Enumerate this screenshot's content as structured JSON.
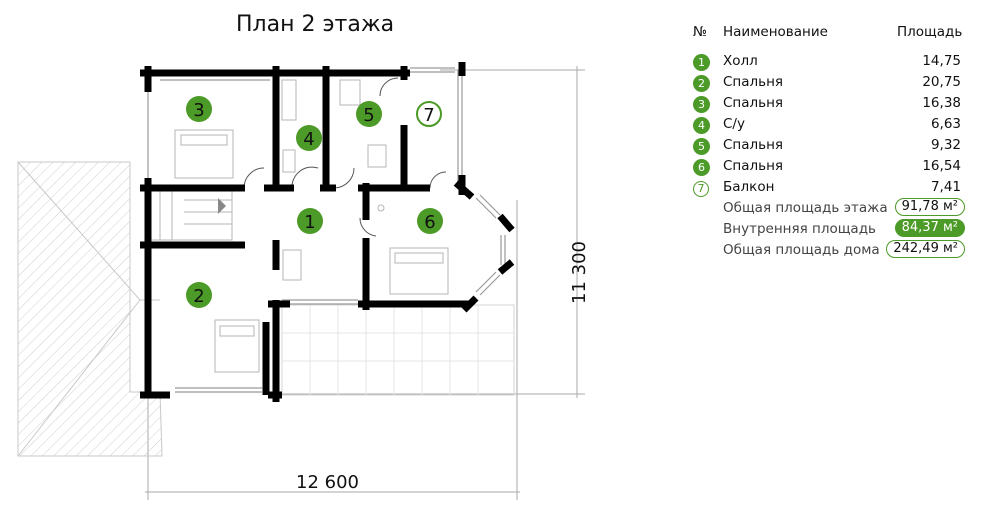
{
  "plan": {
    "title": "План 2 этажа",
    "width_dim": "12 600",
    "height_dim": "11 300",
    "room_markers": [
      "1",
      "2",
      "3",
      "4",
      "5",
      "6",
      "7"
    ]
  },
  "legend": {
    "headers": {
      "num": "№",
      "name": "Наименование",
      "area": "Площадь"
    },
    "rooms": [
      {
        "num": "1",
        "name": "Холл",
        "area": "14,75",
        "style": "filled"
      },
      {
        "num": "2",
        "name": "Спальня",
        "area": "20,75",
        "style": "filled"
      },
      {
        "num": "3",
        "name": "Спальня",
        "area": "16,38",
        "style": "filled"
      },
      {
        "num": "4",
        "name": "С/у",
        "area": "6,63",
        "style": "filled"
      },
      {
        "num": "5",
        "name": "Спальня",
        "area": "9,32",
        "style": "filled"
      },
      {
        "num": "6",
        "name": "Спальня",
        "area": "16,54",
        "style": "filled"
      },
      {
        "num": "7",
        "name": "Балкон",
        "area": "7,41",
        "style": "outline"
      }
    ],
    "totals": [
      {
        "label": "Общая площадь этажа",
        "value": "91,78 м²",
        "style": "outline"
      },
      {
        "label": "Внутренняя площадь",
        "value": "84,37 м²",
        "style": "filled"
      },
      {
        "label": "Общая площадь дома",
        "value": "242,49 м²",
        "style": "outline"
      }
    ]
  },
  "colors": {
    "accent": "#4c9a27",
    "wall": "#000000",
    "thin": "#bbbbbb"
  }
}
